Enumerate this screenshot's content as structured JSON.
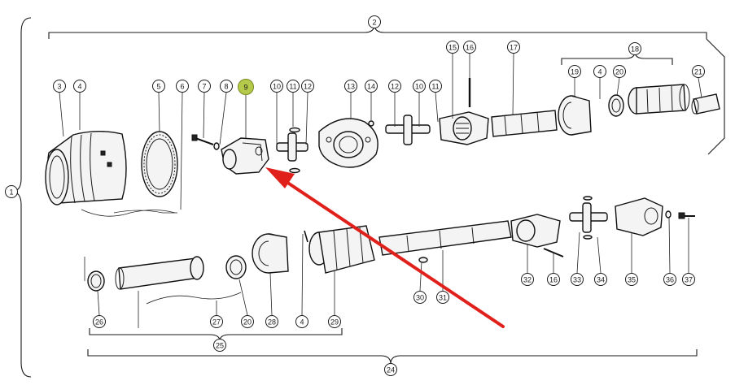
{
  "diagram": {
    "callouts": [
      {
        "id": "c1",
        "label": "1"
      },
      {
        "id": "c2",
        "label": "2"
      },
      {
        "id": "c3",
        "label": "3"
      },
      {
        "id": "c4a",
        "label": "4"
      },
      {
        "id": "c5",
        "label": "5"
      },
      {
        "id": "c6",
        "label": "6"
      },
      {
        "id": "c7",
        "label": "7"
      },
      {
        "id": "c8",
        "label": "8"
      },
      {
        "id": "c9",
        "label": "9",
        "highlight": true
      },
      {
        "id": "c10a",
        "label": "10"
      },
      {
        "id": "c11a",
        "label": "11"
      },
      {
        "id": "c12a",
        "label": "12"
      },
      {
        "id": "c13",
        "label": "13"
      },
      {
        "id": "c14",
        "label": "14"
      },
      {
        "id": "c12b",
        "label": "12"
      },
      {
        "id": "c10b",
        "label": "10"
      },
      {
        "id": "c11b",
        "label": "11"
      },
      {
        "id": "c15",
        "label": "15"
      },
      {
        "id": "c16a",
        "label": "16"
      },
      {
        "id": "c17",
        "label": "17"
      },
      {
        "id": "c18",
        "label": "18"
      },
      {
        "id": "c19",
        "label": "19"
      },
      {
        "id": "c4b",
        "label": "4"
      },
      {
        "id": "c20a",
        "label": "20"
      },
      {
        "id": "c21",
        "label": "21"
      },
      {
        "id": "c26",
        "label": "26"
      },
      {
        "id": "c27",
        "label": "27"
      },
      {
        "id": "c20b",
        "label": "20"
      },
      {
        "id": "c28",
        "label": "28"
      },
      {
        "id": "c4c",
        "label": "4"
      },
      {
        "id": "c29",
        "label": "29"
      },
      {
        "id": "c25",
        "label": "25"
      },
      {
        "id": "c30",
        "label": "30"
      },
      {
        "id": "c31",
        "label": "31"
      },
      {
        "id": "c32",
        "label": "32"
      },
      {
        "id": "c16b",
        "label": "16"
      },
      {
        "id": "c33",
        "label": "33"
      },
      {
        "id": "c34",
        "label": "34"
      },
      {
        "id": "c35",
        "label": "35"
      },
      {
        "id": "c36",
        "label": "36"
      },
      {
        "id": "c37",
        "label": "37"
      },
      {
        "id": "c24",
        "label": "24"
      }
    ],
    "highlight_color": "#b5c94a",
    "arrow_color": "#e0201b"
  }
}
